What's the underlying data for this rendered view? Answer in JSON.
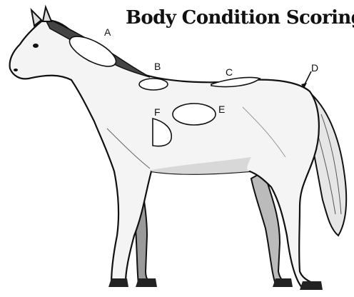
{
  "title": "Body Condition Scoring",
  "regions": [
    {
      "id": "A",
      "label": "A",
      "part": "neck crest"
    },
    {
      "id": "B",
      "label": "B",
      "part": "withers"
    },
    {
      "id": "C",
      "label": "C",
      "part": "back / loin"
    },
    {
      "id": "D",
      "label": "D",
      "part": "tailhead"
    },
    {
      "id": "E",
      "label": "E",
      "part": "ribs"
    },
    {
      "id": "F",
      "label": "F",
      "part": "behind shoulder"
    }
  ],
  "colors": {
    "ink": "#111111",
    "paper": "#ffffff",
    "shade": "#d8d8d8"
  }
}
